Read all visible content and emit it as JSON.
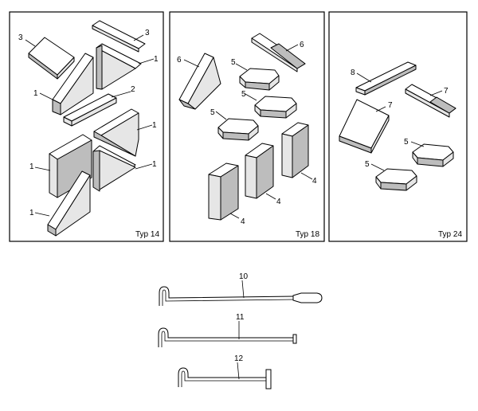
{
  "panels": [
    {
      "type_label": "Typ 14"
    },
    {
      "type_label": "Typ 18"
    },
    {
      "type_label": "Typ 24"
    }
  ],
  "callouts": {
    "p14": [
      "3",
      "3",
      "1",
      "1",
      "2",
      "1",
      "1",
      "1",
      "1"
    ],
    "p18": [
      "6",
      "6",
      "5",
      "5",
      "5",
      "4",
      "4",
      "4"
    ],
    "p24": [
      "8",
      "7",
      "7",
      "5",
      "5"
    ],
    "tools": [
      "10",
      "11",
      "12"
    ]
  }
}
